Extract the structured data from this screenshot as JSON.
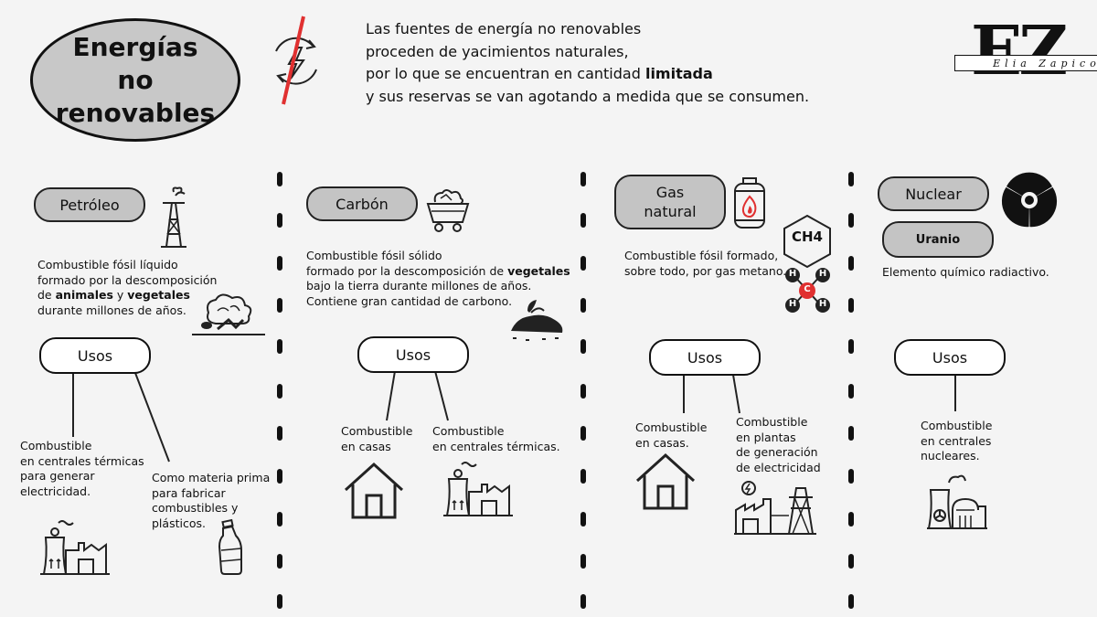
{
  "title": [
    "Energías",
    "no",
    "renovables"
  ],
  "intro": {
    "line1": "Las fuentes de energía no renovables",
    "line2": "proceden de yacimientos naturales,",
    "line3_pre": "por lo que se encuentran en cantidad ",
    "line3_bold": "limitada",
    "line4": "y sus reservas se van agotando a medida que se consumen."
  },
  "logo": {
    "letters": "EZ",
    "signature": "Elia Zapico"
  },
  "usos_label": "Usos",
  "petroleo": {
    "name": "Petróleo",
    "desc1": "Combustible fósil líquido",
    "desc2": "formado por la descomposición",
    "desc3_pre": "de ",
    "desc3_b1": "animales",
    "desc3_mid": " y ",
    "desc3_b2": "vegetales",
    "desc4": "durante millones de años.",
    "use1": [
      "Combustible",
      "en centrales térmicas",
      "para generar",
      "electricidad."
    ],
    "use2": [
      "Como materia prima",
      "para fabricar",
      "combustibles y",
      "plásticos."
    ]
  },
  "carbon": {
    "name": "Carbón",
    "desc1": "Combustible fósil sólido",
    "desc2_pre": "formado por la descomposición de ",
    "desc2_bold": "vegetales",
    "desc3": "bajo la tierra durante millones de años.",
    "desc4": "Contiene gran cantidad de carbono.",
    "use1": [
      "Combustible",
      "en casas"
    ],
    "use2": [
      "Combustible",
      "en centrales térmicas."
    ]
  },
  "gas": {
    "name": [
      "Gas",
      "natural"
    ],
    "desc1": "Combustible fósil formado,",
    "desc2": "sobre todo, por gas metano.",
    "formula": "CH4",
    "atom_c": "C",
    "atom_h": "H",
    "use1": [
      "Combustible",
      "en casas."
    ],
    "use2": [
      "Combustible",
      "en plantas",
      "de generación",
      "de electricidad"
    ]
  },
  "nuclear": {
    "name": "Nuclear",
    "uranio": "Uranio",
    "desc": "Elemento químico radiactivo.",
    "use1": [
      "Combustible",
      "en centrales",
      "nucleares."
    ]
  },
  "colors": {
    "pill": "#c4c4c4",
    "accent_red": "#e03030",
    "background": "#f4f4f4"
  },
  "icons": [
    "recycle-crossed-icon",
    "oil-derrick-icon",
    "biomass-icon",
    "coal-cart-icon",
    "coal-pile-icon",
    "gas-cylinder-icon",
    "methane-molecule-icon",
    "radiation-icon",
    "thermal-plant-icon",
    "bottle-icon",
    "house-icon",
    "power-plant-tower-icon",
    "nuclear-plant-icon"
  ]
}
